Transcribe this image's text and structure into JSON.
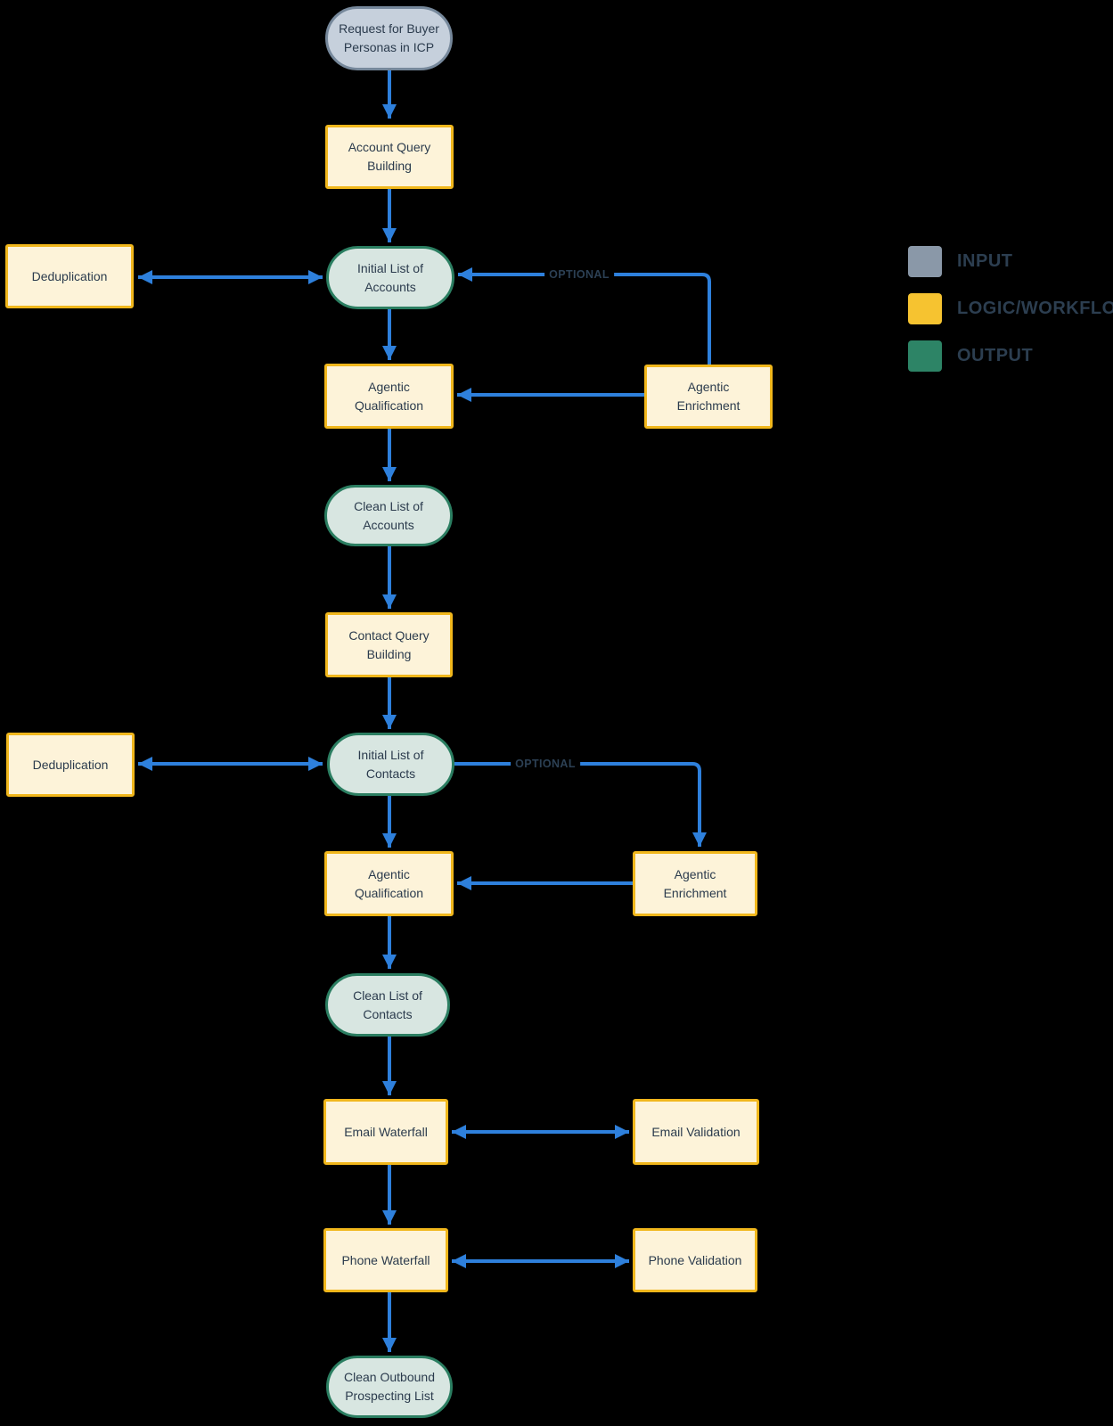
{
  "colors": {
    "background": "#000000",
    "arrow_blue": "#2E80DC",
    "input_fill": "#C6D0DC",
    "input_border": "#76889B",
    "workflow_fill": "#FDF3D9",
    "workflow_border": "#F1B71C",
    "output_fill": "#D8E6E1",
    "output_border": "#2B7E61",
    "node_text": "#2B3B4D",
    "legend_text": "#2C3E50"
  },
  "nodes": {
    "request": {
      "label": "Request for Buyer\nPersonas in ICP",
      "type": "input"
    },
    "account_query": {
      "label": "Account Query\nBuilding",
      "type": "workflow"
    },
    "dedup_accounts": {
      "label": "Deduplication",
      "type": "workflow"
    },
    "initial_accounts": {
      "label": "Initial List of\nAccounts",
      "type": "output"
    },
    "enrichment_accounts": {
      "label": "Agentic\nEnrichment",
      "type": "workflow"
    },
    "qualification_accounts": {
      "label": "Agentic\nQualification",
      "type": "workflow"
    },
    "clean_accounts": {
      "label": "Clean List of\nAccounts",
      "type": "output"
    },
    "contact_query": {
      "label": "Contact Query\nBuilding",
      "type": "workflow"
    },
    "dedup_contacts": {
      "label": "Deduplication",
      "type": "workflow"
    },
    "initial_contacts": {
      "label": "Initial List of\nContacts",
      "type": "output"
    },
    "enrichment_contacts": {
      "label": "Agentic\nEnrichment",
      "type": "workflow"
    },
    "qualification_contacts": {
      "label": "Agentic\nQualification",
      "type": "workflow"
    },
    "clean_contacts": {
      "label": "Clean List of\nContacts",
      "type": "output"
    },
    "email_waterfall": {
      "label": "Email Waterfall",
      "type": "workflow"
    },
    "email_validation": {
      "label": "Email Validation",
      "type": "workflow"
    },
    "phone_waterfall": {
      "label": "Phone Waterfall",
      "type": "workflow"
    },
    "phone_validation": {
      "label": "Phone Validation",
      "type": "workflow"
    },
    "clean_outbound": {
      "label": "Clean Outbound\nProspecting List",
      "type": "output"
    }
  },
  "edge_labels": {
    "optional_accounts": "OPTIONAL",
    "optional_contacts": "OPTIONAL"
  },
  "edges": [
    {
      "from": "request",
      "to": "account_query"
    },
    {
      "from": "account_query",
      "to": "initial_accounts"
    },
    {
      "from": "initial_accounts",
      "to": "dedup_accounts",
      "bidirectional": true
    },
    {
      "from": "enrichment_accounts",
      "to": "initial_accounts",
      "label": "OPTIONAL"
    },
    {
      "from": "initial_accounts",
      "to": "qualification_accounts"
    },
    {
      "from": "enrichment_accounts",
      "to": "qualification_accounts"
    },
    {
      "from": "qualification_accounts",
      "to": "clean_accounts"
    },
    {
      "from": "clean_accounts",
      "to": "contact_query"
    },
    {
      "from": "contact_query",
      "to": "initial_contacts"
    },
    {
      "from": "initial_contacts",
      "to": "dedup_contacts",
      "bidirectional": true
    },
    {
      "from": "initial_contacts",
      "to": "enrichment_contacts",
      "label": "OPTIONAL"
    },
    {
      "from": "enrichment_contacts",
      "to": "qualification_contacts"
    },
    {
      "from": "qualification_contacts",
      "to": "clean_contacts"
    },
    {
      "from": "clean_contacts",
      "to": "email_waterfall"
    },
    {
      "from": "email_waterfall",
      "to": "email_validation",
      "bidirectional": true
    },
    {
      "from": "email_waterfall",
      "to": "phone_waterfall"
    },
    {
      "from": "phone_waterfall",
      "to": "phone_validation",
      "bidirectional": true
    },
    {
      "from": "phone_waterfall",
      "to": "clean_outbound"
    }
  ],
  "legend": {
    "items": [
      {
        "label": "INPUT",
        "color": "#8A98A8"
      },
      {
        "label": "LOGIC/WORKFLOW",
        "color": "#F6C330"
      },
      {
        "label": "OUTPUT",
        "color": "#2D8466"
      }
    ]
  }
}
